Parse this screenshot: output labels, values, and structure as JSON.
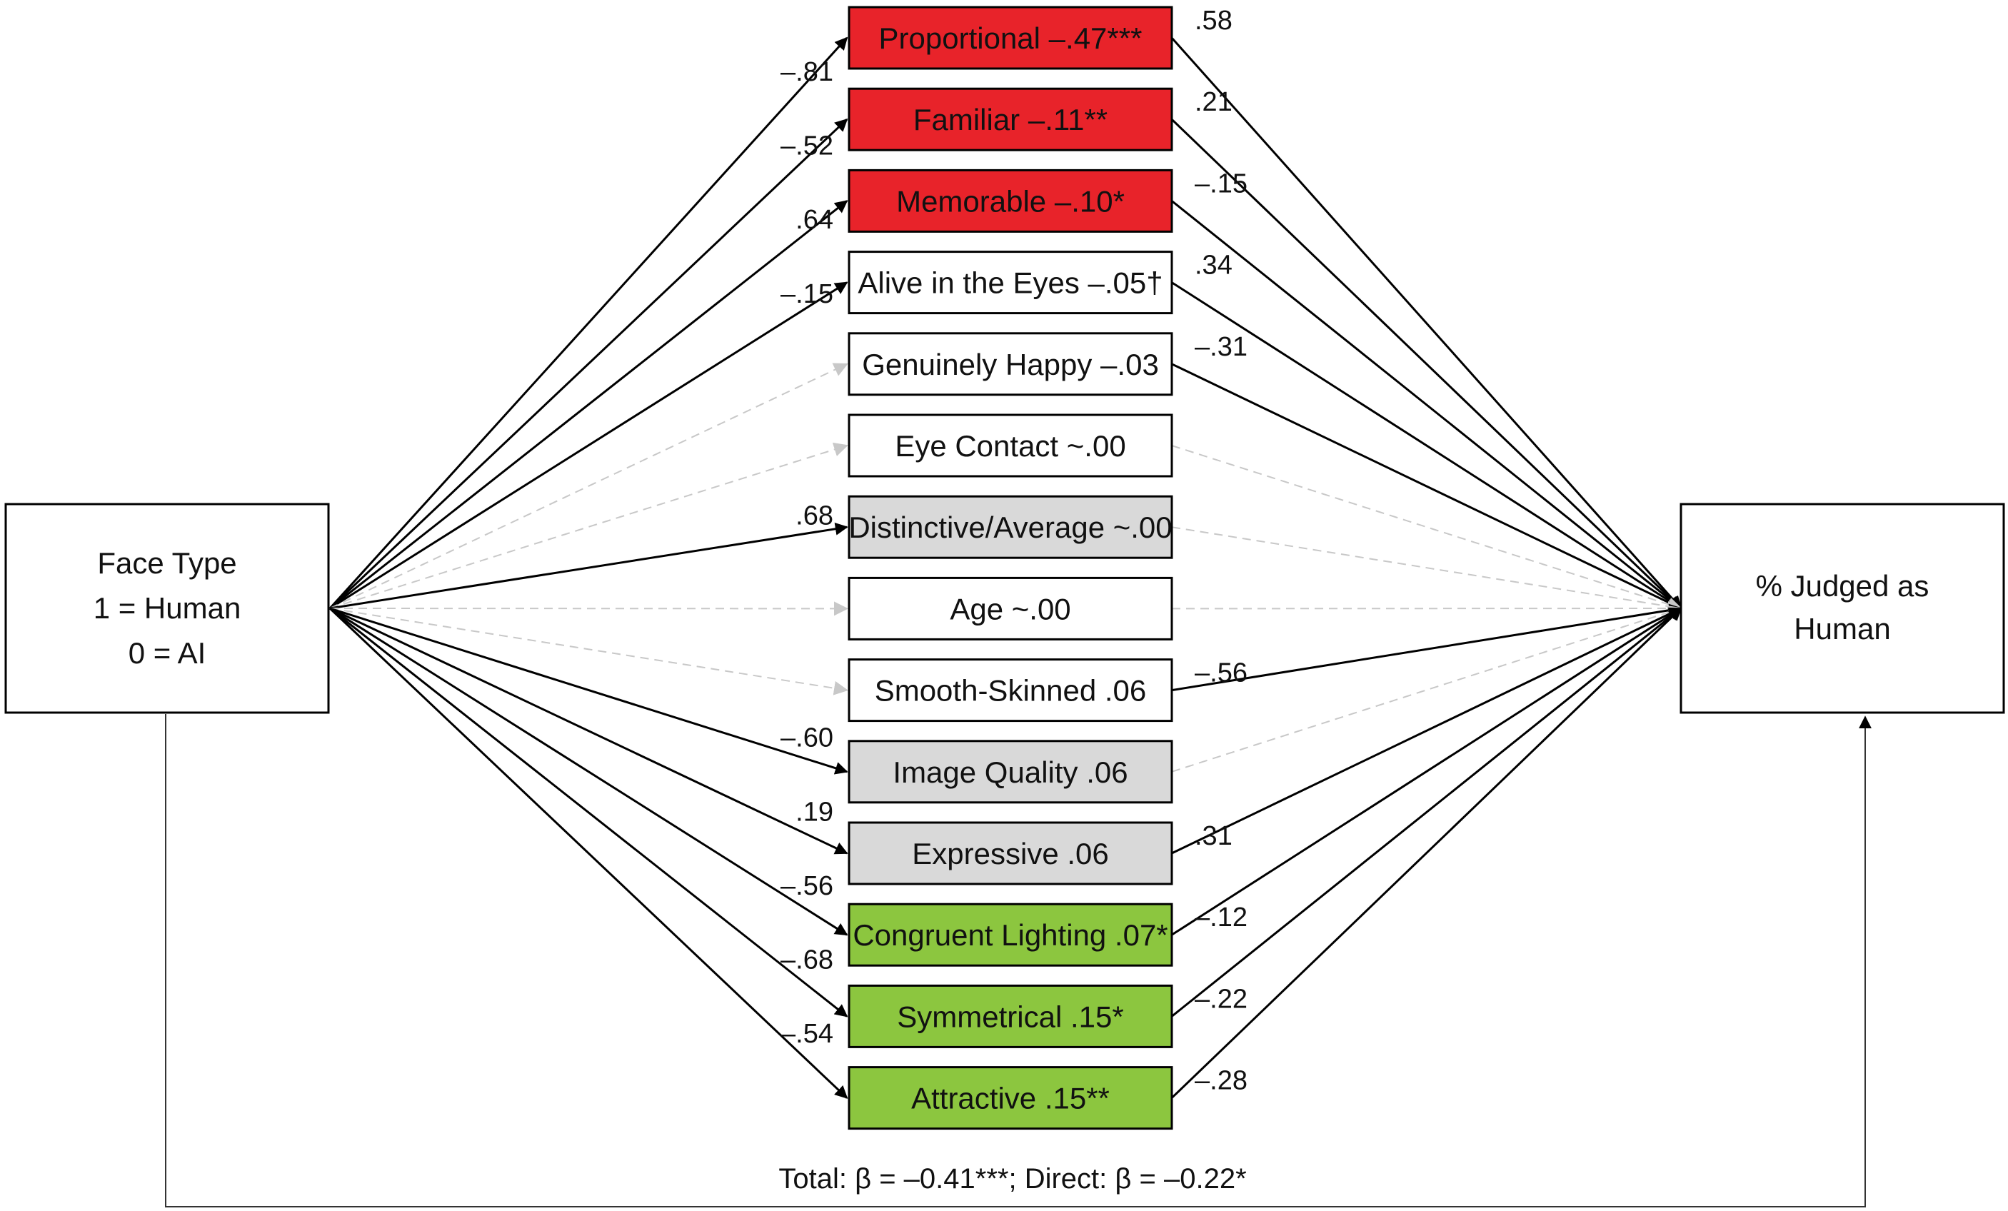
{
  "left_node": {
    "lines": [
      "Face Type",
      "1 = Human",
      "0 = AI"
    ]
  },
  "right_node": {
    "lines": [
      "% Judged as",
      "Human"
    ]
  },
  "colors": {
    "red": "#e8232a",
    "green": "#8cc63f",
    "gray": "#d9d9d9",
    "white": "#ffffff",
    "solid_path": "#000000",
    "dashed_path": "#c8c8c8"
  },
  "mediators": [
    {
      "label": "Proportional –.47***",
      "fill": "red",
      "a": "–.81",
      "b": ".58",
      "a_sig": true,
      "b_sig": true
    },
    {
      "label": "Familiar –.11**",
      "fill": "red",
      "a": "–.52",
      "b": ".21",
      "a_sig": true,
      "b_sig": true
    },
    {
      "label": "Memorable –.10*",
      "fill": "red",
      "a": ".64",
      "b": "–.15",
      "a_sig": true,
      "b_sig": true
    },
    {
      "label": "Alive in the Eyes –.05†",
      "fill": "white",
      "a": "–.15",
      "b": ".34",
      "a_sig": true,
      "b_sig": true
    },
    {
      "label": "Genuinely Happy –.03",
      "fill": "white",
      "a": "",
      "b": "–.31",
      "a_sig": false,
      "b_sig": true
    },
    {
      "label": "Eye Contact ~.00",
      "fill": "white",
      "a": "",
      "b": "",
      "a_sig": false,
      "b_sig": false
    },
    {
      "label": "Distinctive/Average ~.00",
      "fill": "gray",
      "a": ".68",
      "b": "",
      "a_sig": true,
      "b_sig": false
    },
    {
      "label": "Age ~.00",
      "fill": "white",
      "a": "",
      "b": "",
      "a_sig": false,
      "b_sig": false
    },
    {
      "label": "Smooth-Skinned .06",
      "fill": "white",
      "a": "",
      "b": "–.56",
      "a_sig": false,
      "b_sig": true
    },
    {
      "label": "Image Quality .06",
      "fill": "gray",
      "a": "–.60",
      "b": "",
      "a_sig": true,
      "b_sig": false
    },
    {
      "label": "Expressive .06",
      "fill": "gray",
      "a": ".19",
      "b": ".31",
      "a_sig": true,
      "b_sig": true
    },
    {
      "label": "Congruent Lighting .07*",
      "fill": "green",
      "a": "–.56",
      "b": "–.12",
      "a_sig": true,
      "b_sig": true
    },
    {
      "label": "Symmetrical .15*",
      "fill": "green",
      "a": "–.68",
      "b": "–.22",
      "a_sig": true,
      "b_sig": true
    },
    {
      "label": "Attractive .15**",
      "fill": "green",
      "a": "–.54",
      "b": "–.28",
      "a_sig": true,
      "b_sig": true
    }
  ],
  "footer": "Total: β = –0.41***; Direct: β = –0.22*"
}
